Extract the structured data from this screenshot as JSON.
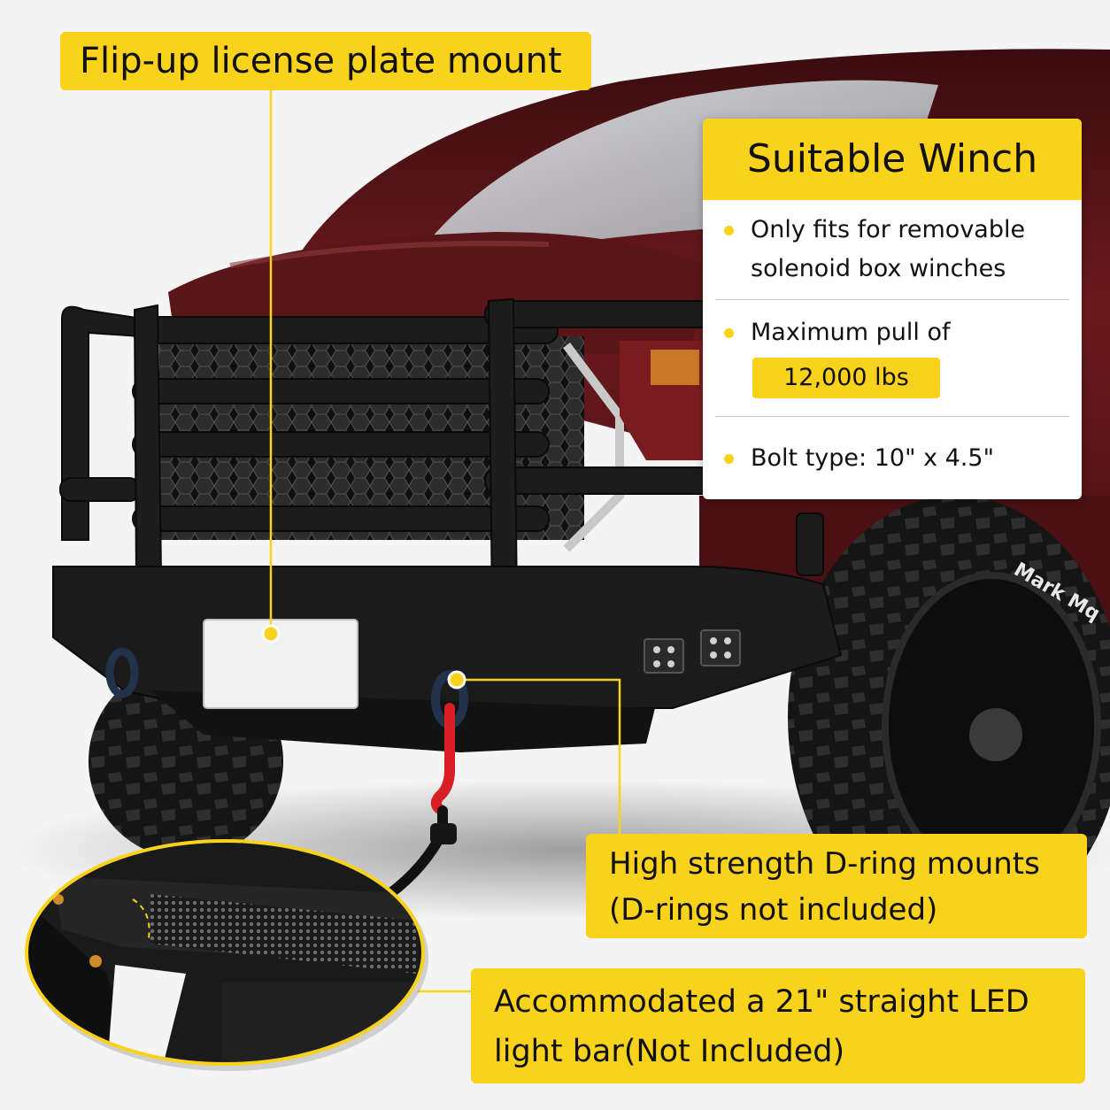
{
  "callouts": {
    "license_plate": "Flip-up license plate mount",
    "dring_line1": "High strength D-ring mounts",
    "dring_line2": "(D-rings not included)",
    "led_line1": "Accommodated a 21\" straight LED",
    "led_line2": "light bar(Not Included)"
  },
  "winch_panel": {
    "title": "Suitable Winch",
    "fit_line1": "Only fits for removable",
    "fit_line2": "solenoid box winches",
    "pull_text": "Maximum pull of",
    "pull_value": "12,000 lbs",
    "bolt_type": "Bolt type: 10\" x 4.5\""
  },
  "tire_lettering": "Mark Mq",
  "colors": {
    "accent_yellow": "#f9d21b",
    "truck_red": "#5e1518",
    "bumper_black": "#1b1b1b",
    "background": "#f4f4f4"
  }
}
